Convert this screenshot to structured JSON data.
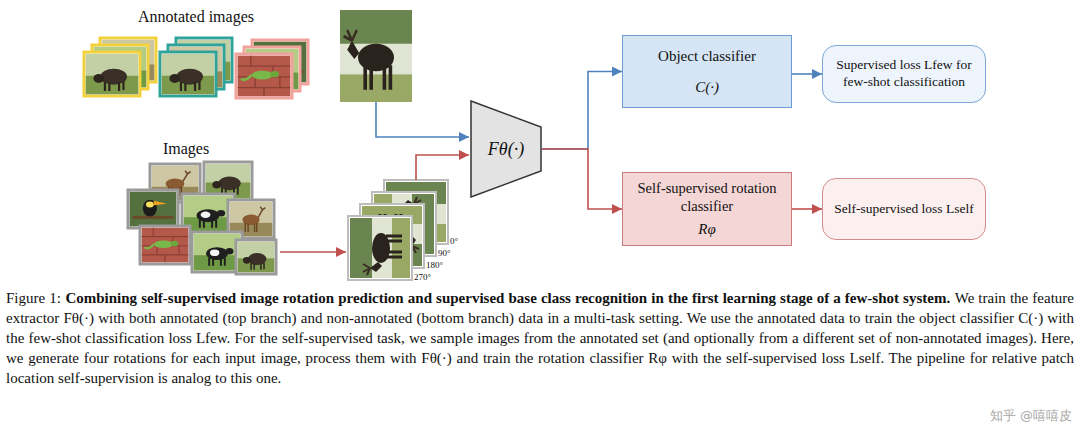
{
  "diagram": {
    "title": "Combining self-supervised image rotation prediction and supervised base class recognition in the first learning stage of a few-shot system.",
    "caption": "We train the feature extractor Fθ(·) with both annotated (top branch) and non-annotated (bottom branch) data in a multi-task setting. We use the annotated data to train the object classifier C(·) with the few-shot classification loss Lfew. For the self-supervised task, we sample images from the annotated set (and optionally from a different set of non-annotated images). Here, we generate four rotations for each input image, process them with Fθ(·) and train the rotation classifier Rφ with the self-supervised loss Lself. The pipeline for relative patch location self-supervision is analog to this one.",
    "nodes": [
      {
        "text": [
          "Fθ(·)"
        ]
      },
      {
        "text": [
          "Object classifier",
          "C(·)"
        ]
      },
      {
        "text": [
          "Supervised loss Lfew for few-shot classification"
        ]
      },
      {
        "text": [
          "Self-supervised rotation classifier",
          "Rφ"
        ]
      },
      {
        "text": [
          "Self-supervised loss Lself"
        ]
      }
    ],
    "edges": [
      {
        "from": 0,
        "to": 1,
        "arrow": "to"
      },
      {
        "from": 1,
        "to": 2,
        "arrow": "to"
      },
      {
        "from": 0,
        "to": 3,
        "arrow": "to"
      },
      {
        "from": 3,
        "to": 4,
        "arrow": "to"
      }
    ],
    "labels": [
      "Annotated images",
      "Images",
      "0°",
      "90°",
      "180°",
      "270°",
      "Figure 1:",
      "知乎 @嘻嘻皮"
    ]
  }
}
